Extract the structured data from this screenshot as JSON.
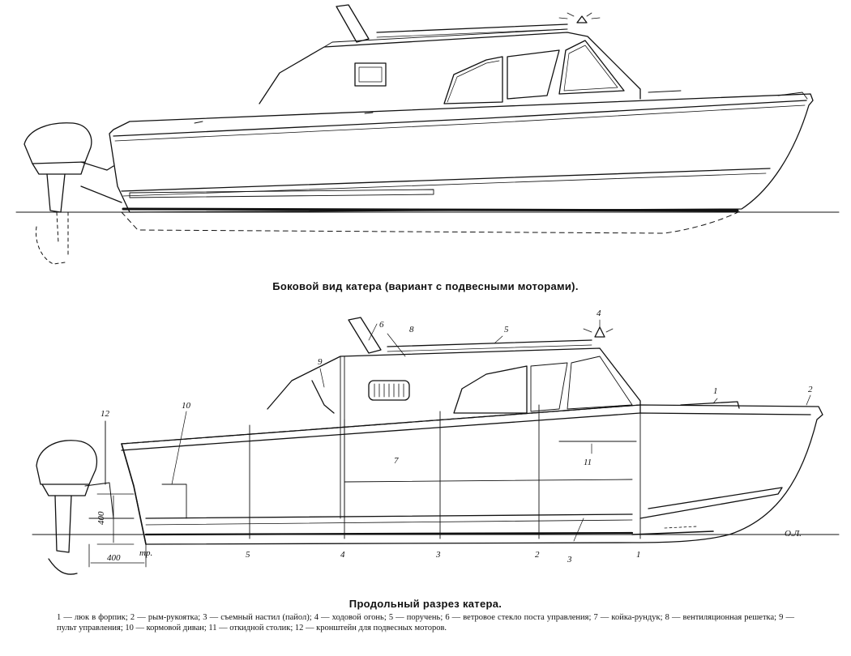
{
  "captions": {
    "side_view": "Боковой вид катера (вариант с подвесными моторами).",
    "section": "Продольный разрез катера.",
    "legend": "1 — люк в форпик; 2 — рым-рукоятка; 3 — съемный настил (пайол); 4 — ходовой огонь; 5 — поручень; 6 — ветровое стекло поста управления; 7 — койка-рундук; 8 — вентиляционная решетка; 9 — пульт управления; 10 — кормовой диван; 11 — откидной столик; 12 — кронштейн для подвесных моторов."
  },
  "callouts": [
    "1",
    "2",
    "3",
    "4",
    "5",
    "6",
    "7",
    "8",
    "9",
    "10",
    "11",
    "12"
  ],
  "stations": [
    "5",
    "4",
    "3",
    "2",
    "1"
  ],
  "dimensions": {
    "height": "400",
    "offset": "400",
    "transom": "тр.",
    "waterline": "О.Л."
  }
}
